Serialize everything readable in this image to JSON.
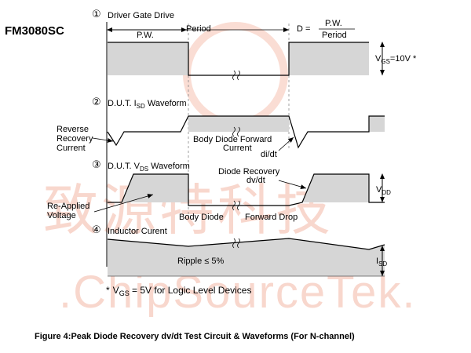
{
  "part_number": "FM3080SC",
  "caption": "Figure 4:Peak Diode Recovery dv/dt Test Circuit & Waveforms (For N-channel)",
  "watermark": {
    "cn": "致源特科技",
    "en": ".ChipSourceTek."
  },
  "sections": [
    {
      "marker": "①",
      "title": "Driver Gate Drive"
    },
    {
      "marker": "②",
      "title": "D.U.T. I",
      "sub": "SD",
      "suffix": " Waveform"
    },
    {
      "marker": "③",
      "title": "D.U.T. V",
      "sub": "DS",
      "suffix": " Waveform"
    },
    {
      "marker": "④",
      "title": "Inductor Curent"
    }
  ],
  "labels": {
    "pw": "P.W.",
    "period": "Period",
    "duty_lhs": "D =",
    "duty_num": "P.W.",
    "duty_den": "Period",
    "vgs_prefix": "V",
    "vgs_sub": "GS",
    "vgs_suffix": "=10V *",
    "reverse_recovery": [
      "Reverse",
      "Recovery",
      "Current"
    ],
    "body_diode_fwd": [
      "Body Diode Forward",
      "Current"
    ],
    "didt": "di/dt",
    "diode_recovery": [
      "Diode Recovery",
      "dv/dt"
    ],
    "vdd_prefix": "V",
    "vdd_sub": "DD",
    "reapplied": [
      "Re-Applied",
      "Voltage"
    ],
    "body_diode": "Body Diode",
    "forward_drop": "Forward  Drop",
    "ripple": "Ripple  ≤  5%",
    "isd_prefix": "I",
    "isd_sub": "SD",
    "footnote_star": "*",
    "footnote_v": "V",
    "footnote_sub": "GS",
    "footnote_rest": " = 5V for Logic Level Devices"
  }
}
